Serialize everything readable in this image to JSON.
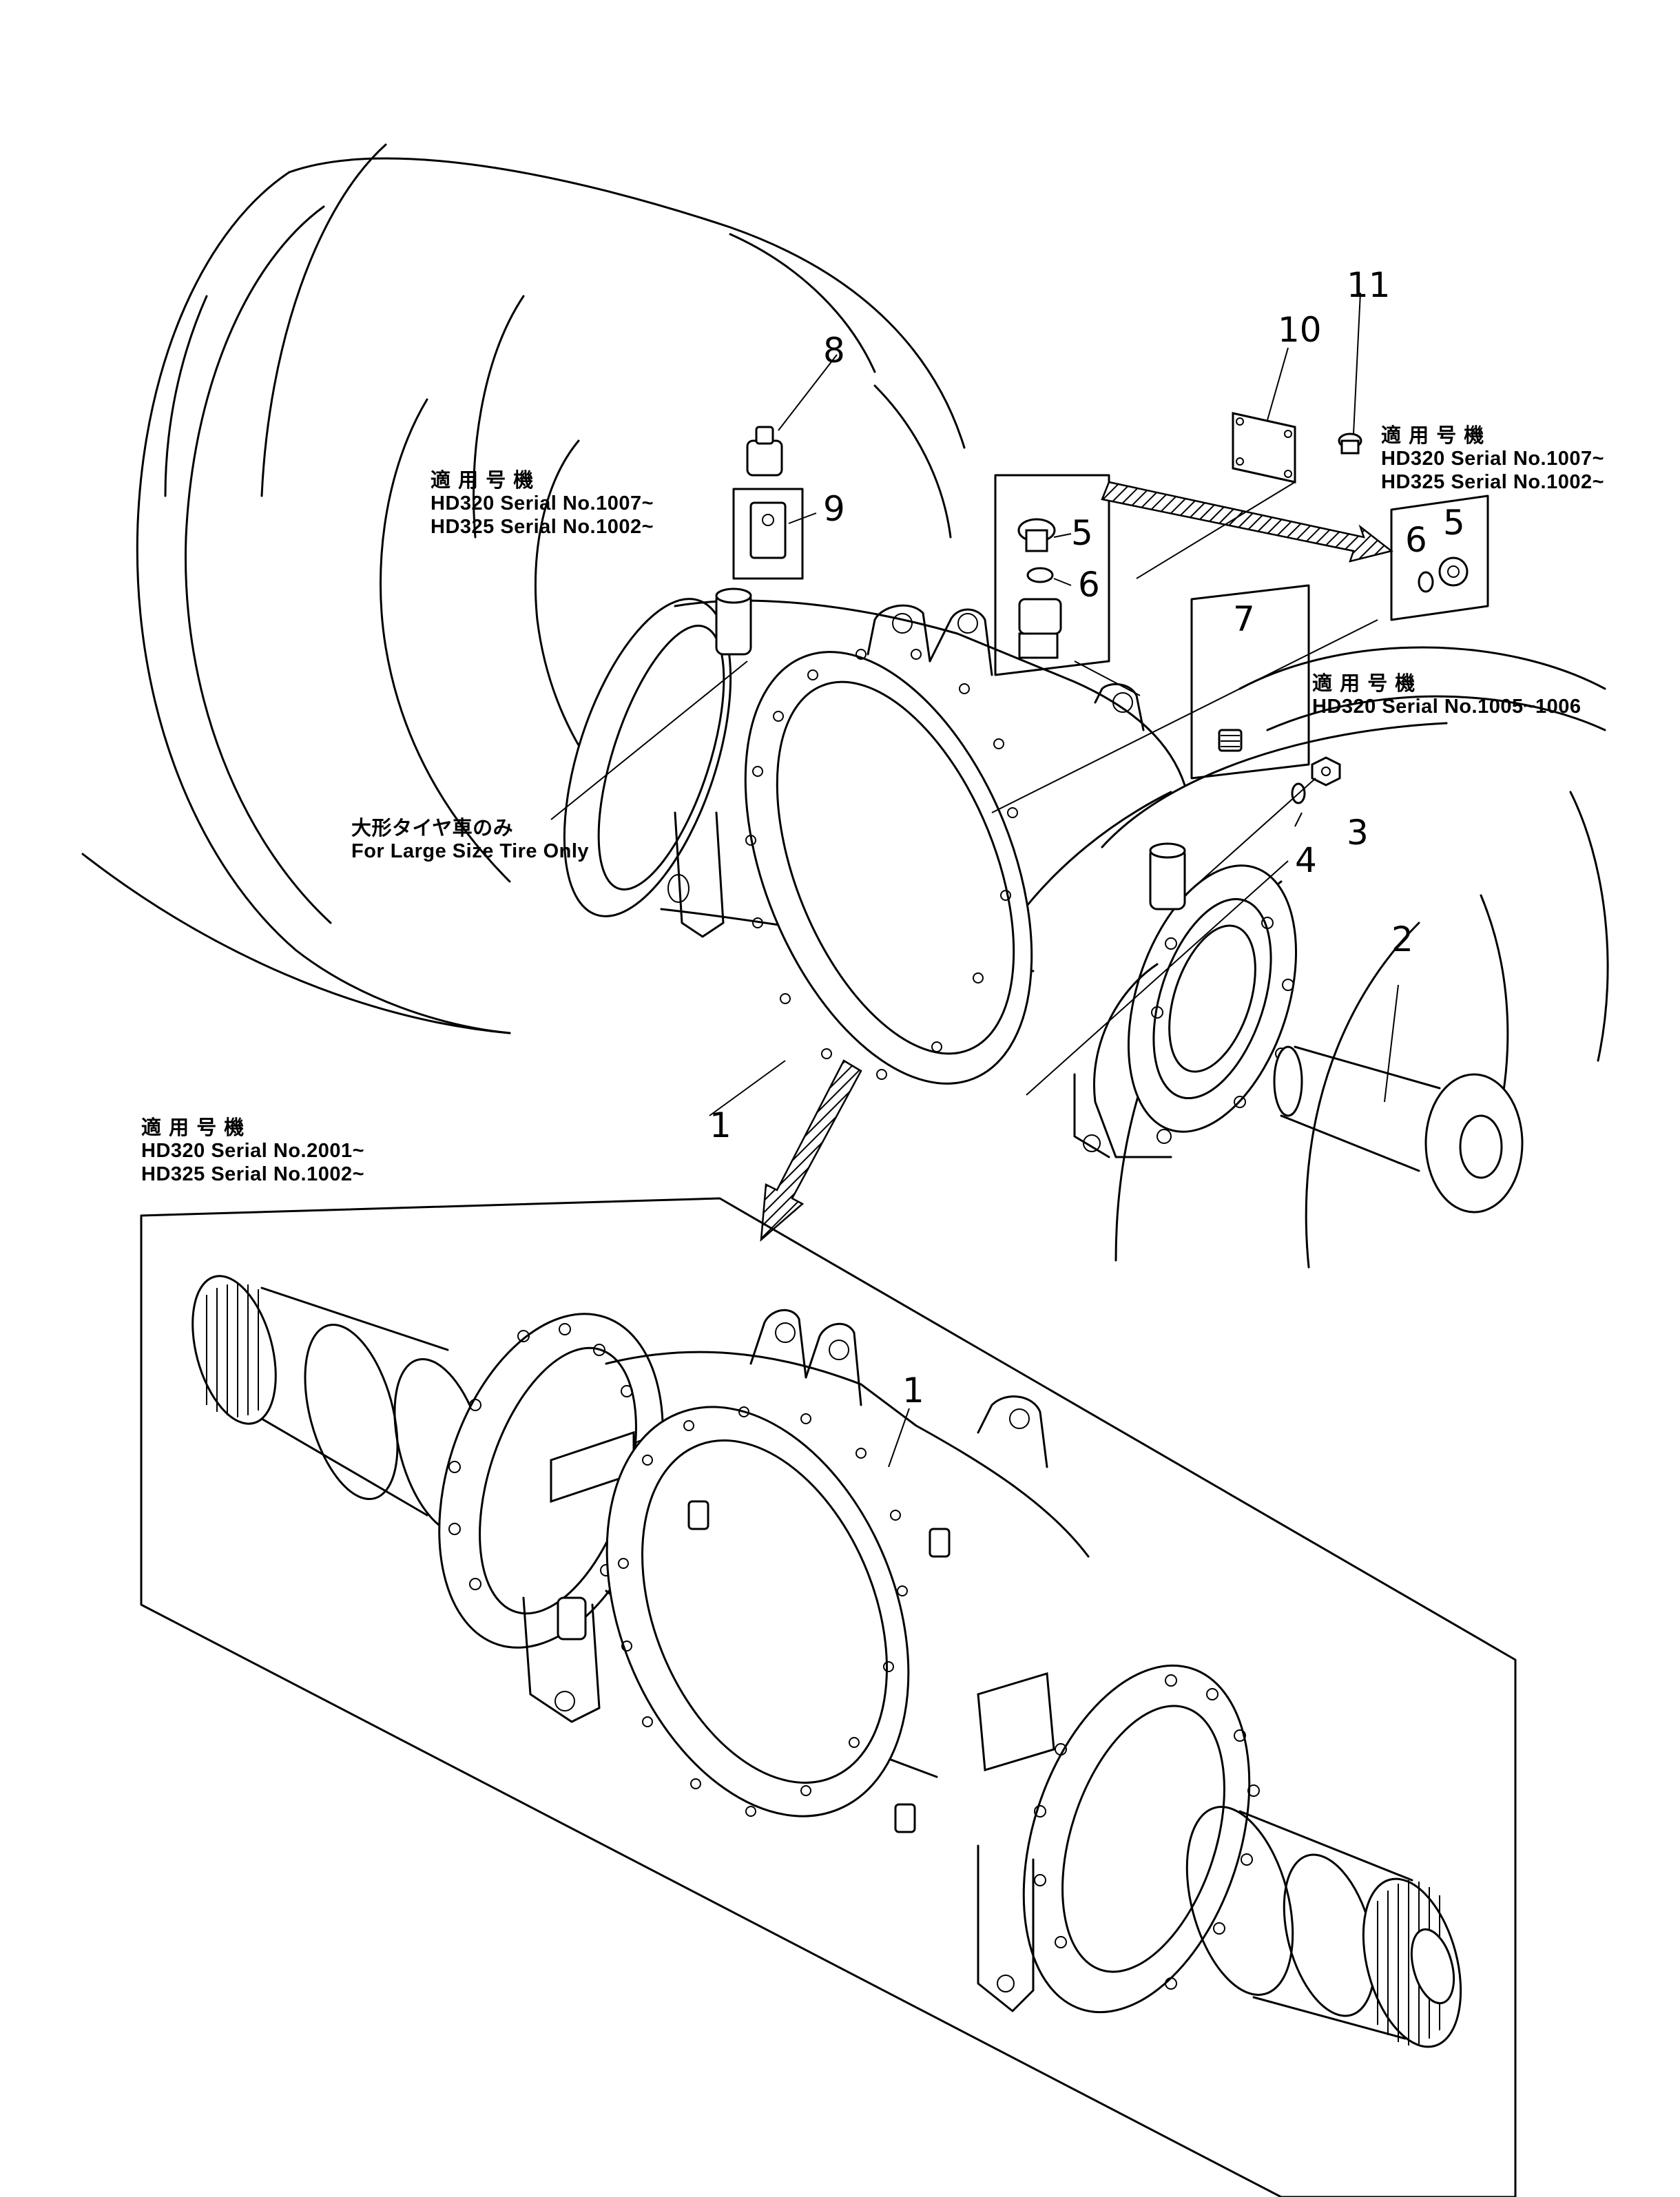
{
  "callouts": {
    "c1_upper": "1",
    "c1_lower": "1",
    "c2": "2",
    "c3": "3",
    "c4": "4",
    "c5_plug": "5",
    "c5_detail": "5",
    "c6_ring": "6",
    "c6_detail": "6",
    "c7": "7",
    "c8": "8",
    "c9": "9",
    "c10": "10",
    "c11": "11"
  },
  "notes": {
    "left_note": {
      "heading": "適 用 号 機",
      "line1": "HD320 Serial No.1007~",
      "line2": "HD325 Serial No.1002~"
    },
    "right_note": {
      "heading": "適 用 号 機",
      "line1": "HD320 Serial No.1007~",
      "line2": "HD325 Serial No.1002~"
    },
    "mid_note": {
      "heading": "適 用 号 機",
      "line1": "HD320 Serial No.1005~1006"
    },
    "tire_note": {
      "jp": "大形タイヤ車のみ",
      "en": "For Large Size Tire Only"
    },
    "lower_note": {
      "heading": "適 用 号 機",
      "line1": "HD320 Serial No.2001~",
      "line2": "HD325 Serial No.1002~"
    }
  }
}
